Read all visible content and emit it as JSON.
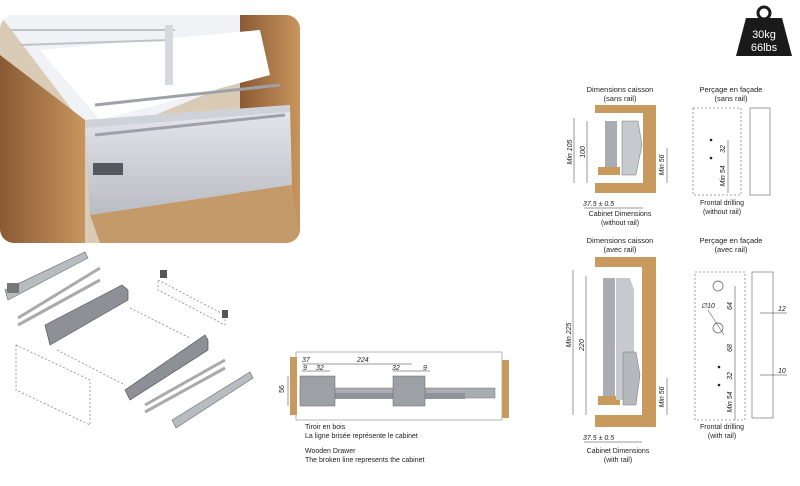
{
  "weight_badge": {
    "icon": "weight-icon",
    "line1": "30kg",
    "line2": "66lbs"
  },
  "side_view": {
    "dims": {
      "d37": "37",
      "d9a": "9",
      "d32a": "32",
      "d224": "224",
      "d32b": "32",
      "d9b": "9",
      "d56": "56"
    },
    "caption_fr_1": "Tiroir en bois",
    "caption_fr_2": "La ligne brisée représente le cabinet",
    "caption_en_1": "Wooden Drawer",
    "caption_en_2": "The broken line represents the cabinet"
  },
  "cabinet_without_rail": {
    "title": "Dimensions caisson",
    "subtitle": "(sans rail)",
    "dim_min105": "Min 105",
    "dim_100": "100",
    "dim_min56": "Min 56",
    "dim_offset": "37.5 ± 0.5",
    "caption_1": "Cabinet Dimensions",
    "caption_2": "(without rail)"
  },
  "drilling_without_rail": {
    "title": "Perçage en façade",
    "subtitle": "(sans rail)",
    "dim_32": "32",
    "dim_min54": "Min 54",
    "caption_1": "Frontal drilling",
    "caption_2": "(without rail)"
  },
  "cabinet_with_rail": {
    "title": "Dimensions caisson",
    "subtitle": "(avec rail)",
    "dim_min225": "Min 225",
    "dim_220": "220",
    "dim_min56": "Min 56",
    "dim_offset": "37.5 ± 0.5",
    "caption_1": "Cabinet Dimensions",
    "caption_2": "(with rail)"
  },
  "drilling_with_rail": {
    "title": "Perçage en façade",
    "subtitle": "(avec rail)",
    "dim_dia10": "∅10",
    "dim_64": "64",
    "dim_68": "68",
    "dim_32": "32",
    "dim_min54": "Min 54",
    "dim_12": "12",
    "dim_10": "10",
    "caption_1": "Frontal drilling",
    "caption_2": "(with rail)"
  },
  "colors": {
    "wood": "#c99a5e",
    "metal": "#a9adb2",
    "dark_metal": "#6f7378"
  }
}
